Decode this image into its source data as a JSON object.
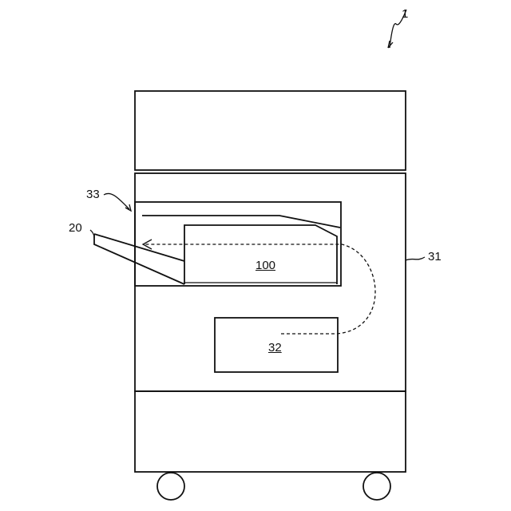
{
  "labels": {
    "ref_device": "1",
    "ref_tray": "20",
    "ref_housing": "31",
    "ref_inner_unit": "32",
    "ref_output_space": "33",
    "ref_sheet_stack": "100"
  }
}
